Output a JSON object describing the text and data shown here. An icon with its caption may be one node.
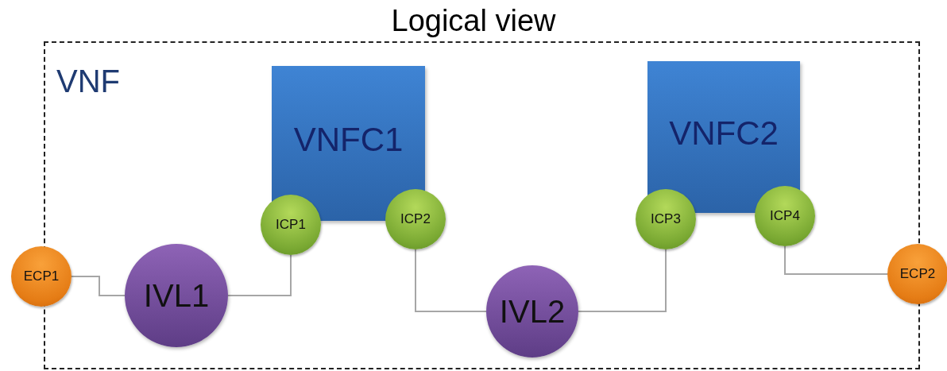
{
  "diagram": {
    "title": "Logical view",
    "nodes": [
      {
        "text": [
          "VNF"
        ]
      },
      {
        "text": [
          "VNFC1"
        ],
        "in": 0
      },
      {
        "text": [
          "VNFC2"
        ],
        "in": 0
      },
      {
        "text": [
          "ECP1"
        ]
      },
      {
        "text": [
          "IVL1"
        ],
        "in": 0
      },
      {
        "text": [
          "ICP1"
        ],
        "in": 0
      },
      {
        "text": [
          "ICP2"
        ],
        "in": 0
      },
      {
        "text": [
          "IVL2"
        ],
        "in": 0
      },
      {
        "text": [
          "ICP3"
        ],
        "in": 0
      },
      {
        "text": [
          "ICP4"
        ],
        "in": 0
      },
      {
        "text": [
          "ECP2"
        ]
      }
    ],
    "edges": [
      {
        "from": 3,
        "to": 4,
        "arrow": "none"
      },
      {
        "from": 4,
        "to": 5,
        "arrow": "none"
      },
      {
        "from": 6,
        "to": 7,
        "arrow": "none"
      },
      {
        "from": 7,
        "to": 8,
        "arrow": "none"
      },
      {
        "from": 9,
        "to": 10,
        "arrow": "none"
      }
    ]
  }
}
